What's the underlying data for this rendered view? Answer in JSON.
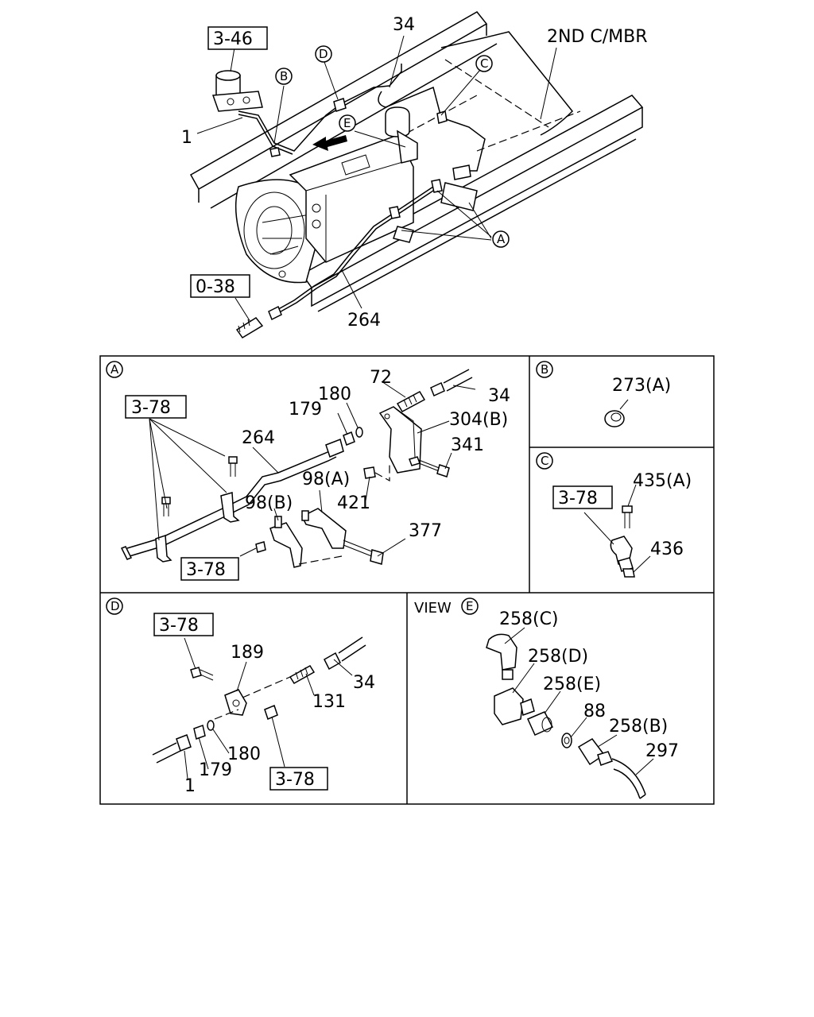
{
  "main": {
    "frame_label": "2ND C/MBR",
    "ref_box_top": "3-46",
    "ref_box_bottom": "0-38",
    "callouts": {
      "A": "A",
      "B": "B",
      "C": "C",
      "D": "D",
      "E": "E"
    },
    "parts": {
      "p1": "1",
      "p34": "34",
      "p264": "264"
    }
  },
  "panel_a": {
    "title": "A",
    "ref_box_1": "3-78",
    "ref_box_2": "3-78",
    "parts": {
      "p72": "72",
      "p34": "34",
      "p180": "180",
      "p179": "179",
      "p304b": "304(B)",
      "p341": "341",
      "p264": "264",
      "p98a": "98(A)",
      "p98b": "98(B)",
      "p421": "421",
      "p377": "377"
    }
  },
  "panel_b": {
    "title": "B",
    "parts": {
      "p273a": "273(A)"
    }
  },
  "panel_c": {
    "title": "C",
    "ref_box": "3-78",
    "parts": {
      "p435a": "435(A)",
      "p436": "436"
    }
  },
  "panel_d": {
    "title": "D",
    "ref_box_1": "3-78",
    "ref_box_2": "3-78",
    "parts": {
      "p189": "189",
      "p131": "131",
      "p34": "34",
      "p180": "180",
      "p179": "179",
      "p1": "1"
    }
  },
  "panel_e": {
    "view_label": "VIEW",
    "title": "E",
    "parts": {
      "p258c": "258(C)",
      "p258d": "258(D)",
      "p258e": "258(E)",
      "p88": "88",
      "p258b": "258(B)",
      "p297": "297"
    }
  }
}
